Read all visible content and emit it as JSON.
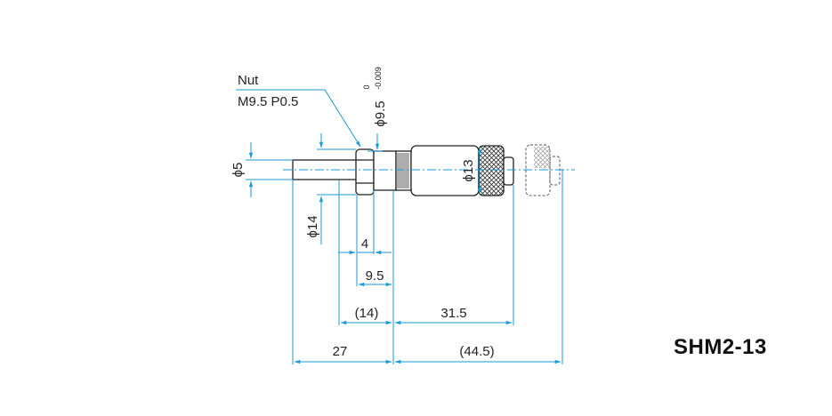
{
  "model": "SHM2-13",
  "nut_label": {
    "title": "Nut",
    "thread": "M9.5 P0.5"
  },
  "diameters": {
    "spindle": "ϕ5",
    "nut": "ϕ14",
    "mounting": "ϕ9.5",
    "mounting_tol_upper": "0",
    "mounting_tol_lower": "-0.009",
    "thimble": "ϕ13"
  },
  "lengths": {
    "nut_width": "4",
    "mount_length": "9.5",
    "spindle_from_mount": "(14)",
    "body_length": "31.5",
    "spindle_total": "27",
    "overall_right": "(44.5)"
  },
  "colors": {
    "dimension_line": "#1a9ad6",
    "outline": "#222222"
  }
}
